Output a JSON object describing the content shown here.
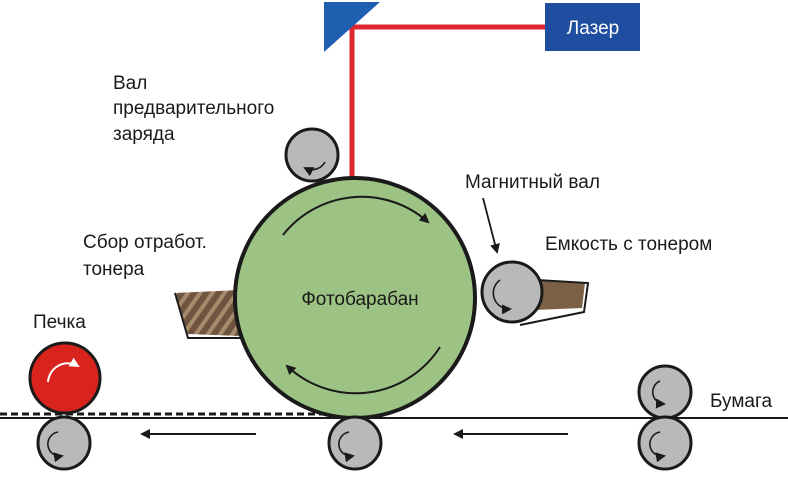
{
  "labels": {
    "laser": "Лазер",
    "precharge_roller_line1": "Вал",
    "precharge_roller_line2": "предварительного",
    "precharge_roller_line3": "заряда",
    "magnetic_roller": "Магнитный вал",
    "toner_container": "Емкость с тонером",
    "waste_toner_line1": "Сбор отработ.",
    "waste_toner_line2": "тонера",
    "drum": "Фотобарабан",
    "fuser": "Печка",
    "paper": "Бумага"
  },
  "colors": {
    "drum_fill": "#9cc284",
    "laser_box": "#1f4ea0",
    "laser_beam": "#e0262e",
    "mirror": "#1f5fb0",
    "fuser_roller": "#d9241d",
    "roller_fill": "#b9b9b9",
    "toner": "#7d6147"
  }
}
